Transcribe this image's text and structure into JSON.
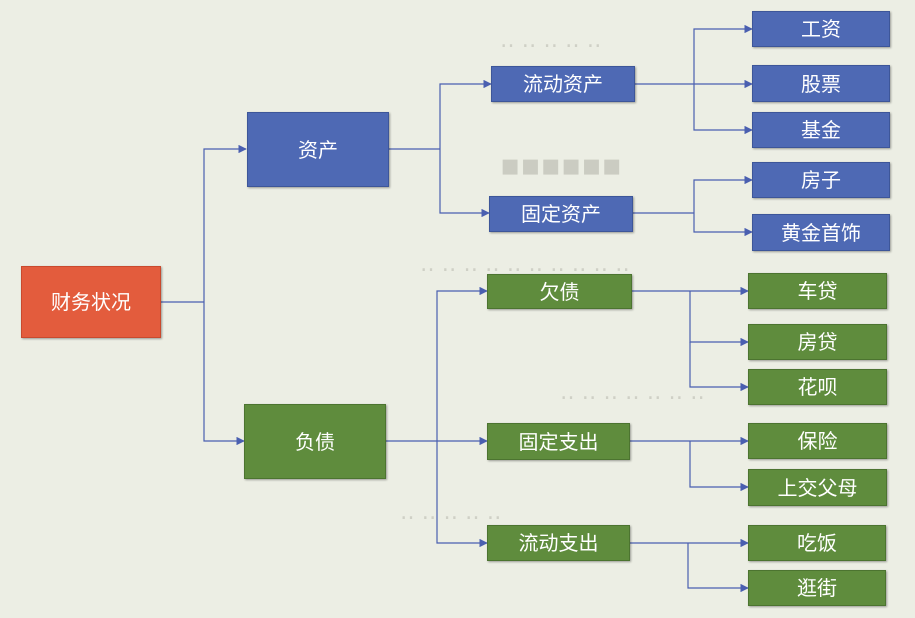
{
  "diagram": {
    "root": "财务状况",
    "assets": {
      "label": "资产",
      "current": {
        "label": "流动资产",
        "items": [
          "工资",
          "股票",
          "基金"
        ]
      },
      "fixed": {
        "label": "固定资产",
        "items": [
          "房子",
          "黄金首饰"
        ]
      }
    },
    "liabilities": {
      "label": "负债",
      "debt": {
        "label": "欠债",
        "items": [
          "车贷",
          "房贷",
          "花呗"
        ]
      },
      "fixed_expense": {
        "label": "固定支出",
        "items": [
          "保险",
          "上交父母"
        ]
      },
      "variable_expense": {
        "label": "流动支出",
        "items": [
          "吃饭",
          "逛街"
        ]
      }
    }
  },
  "colors": {
    "root": "#e35c3d",
    "asset_nodes": "#4e69b4",
    "liability_nodes": "#5f8c3d",
    "connectors": "#4a5fb0",
    "background": "#eceee4"
  }
}
